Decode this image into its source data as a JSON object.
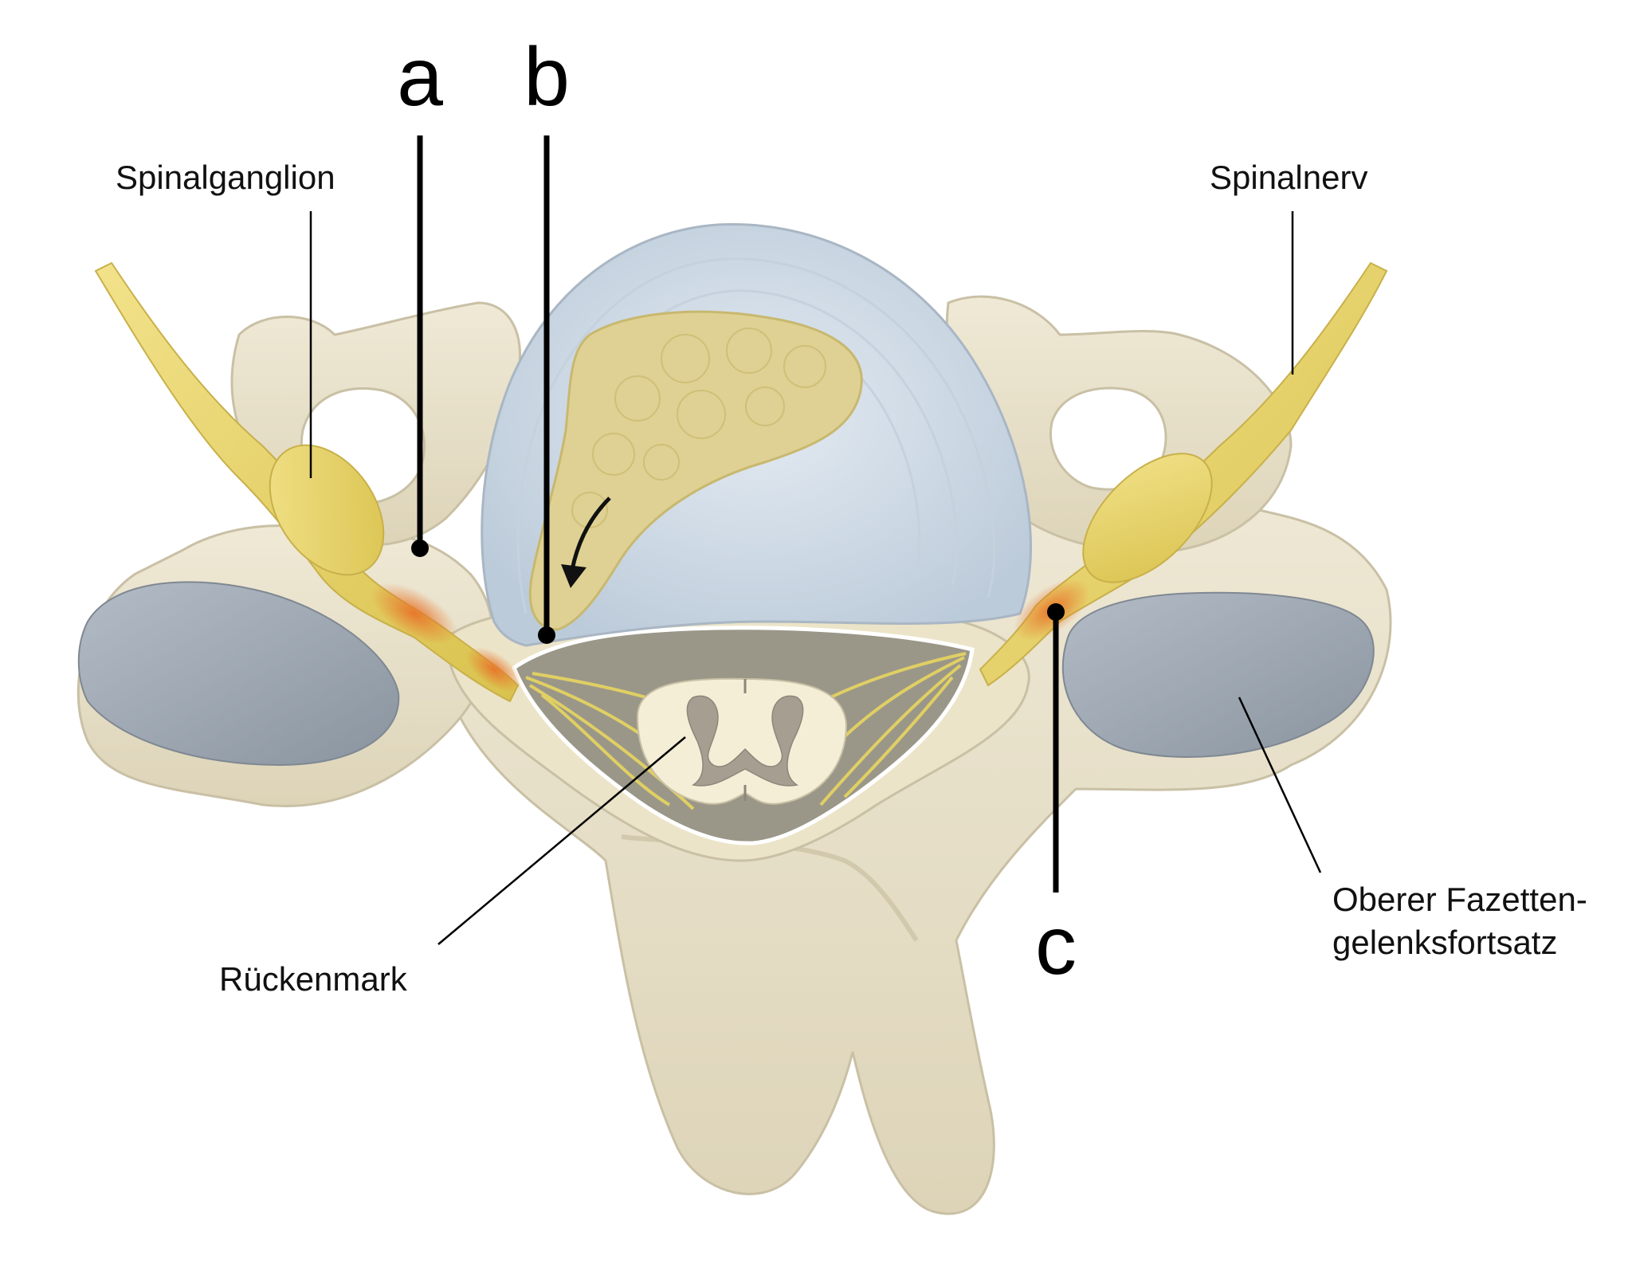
{
  "letters": {
    "a": "a",
    "b": "b",
    "c": "c"
  },
  "labels": {
    "spinalganglion": "Spinalganglion",
    "spinalnerv": "Spinalnerv",
    "rueckenmark": "Rückenmark",
    "facet_line1": "Oberer Fazetten-",
    "facet_line2": "gelenksfortsatz"
  },
  "colors": {
    "bone": "#e8e1cc",
    "bone_shadow": "#c9c0a5",
    "disc_annulus": "#d3dde8",
    "disc_nucleus": "#dfd193",
    "nerve": "#e6d46a",
    "nerve_compressed": "#e8742a",
    "facet_cartilage": "#99a3ae",
    "spinal_canal": "#9a9789",
    "spinal_cord": "#f4eed6",
    "grey_matter": "#a79e92"
  }
}
